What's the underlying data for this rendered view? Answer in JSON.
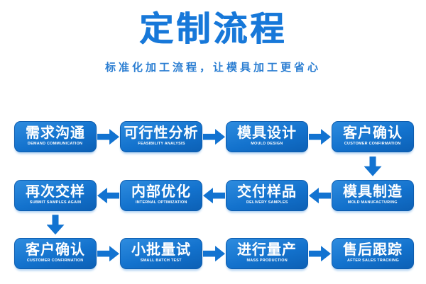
{
  "header": {
    "title": "定制流程",
    "subtitle": "标准化加工流程，让模具加工更省心"
  },
  "colors": {
    "title_blue": "#1778d9",
    "subtitle_blue": "#2b7ed2",
    "box_top": "#2e8cdf",
    "box_mid": "#1372cd",
    "box_bottom": "#0c60b5",
    "box_border": "#0d5cae",
    "arrow_blue": "#1273d1",
    "label_text": "#ffffff",
    "reflection": "#a9cdf0"
  },
  "flow": {
    "rows": [
      {
        "direction": "right",
        "steps": [
          {
            "zh": "需求沟通",
            "en": "DEMAND COMMUNICATION"
          },
          {
            "zh": "可行性分析",
            "en": "FEASIBILITY ANALYSIS"
          },
          {
            "zh": "模具设计",
            "en": "MOULD DESIGN"
          },
          {
            "zh": "客户确认",
            "en": "CUSTOMER CONFIRMATION"
          }
        ]
      },
      {
        "direction": "left",
        "steps": [
          {
            "zh": "再次交样",
            "en": "SUBMIT SAMPLES AGAIN"
          },
          {
            "zh": "内部优化",
            "en": "INTERNAL OPTIMIZATION"
          },
          {
            "zh": "交付样品",
            "en": "DELIVERY SAMPLES"
          },
          {
            "zh": "模具制造",
            "en": "MOLD MANUFACTURING"
          }
        ]
      },
      {
        "direction": "right",
        "steps": [
          {
            "zh": "客户确认",
            "en": "CUSTOMER CONFIRMATION"
          },
          {
            "zh": "小批量试",
            "en": "SMALL BATCH TEST"
          },
          {
            "zh": "进行量产",
            "en": "MASS PRODUCTION"
          },
          {
            "zh": "售后跟踪",
            "en": "AFTER SALES TRACKING"
          }
        ]
      }
    ],
    "connectors": [
      {
        "from": "客户确认",
        "to": "模具制造",
        "column": "right"
      },
      {
        "from": "再次交样",
        "to": "客户确认",
        "column": "left"
      }
    ]
  }
}
